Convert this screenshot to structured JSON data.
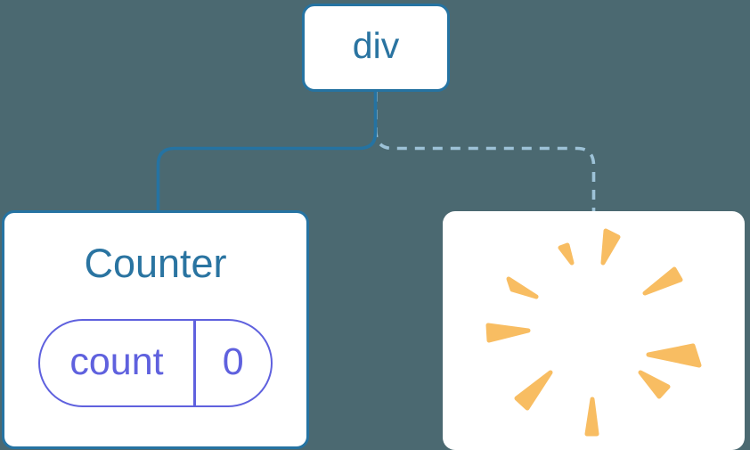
{
  "diagram": {
    "description": "component tree diagram: root div keeps Counter (left, solid line) and removes a component shown as a poof starburst (right, dashed line)",
    "root_node": {
      "label": "div"
    },
    "counter_node": {
      "title": "Counter",
      "state": {
        "key": "count",
        "value": "0"
      }
    },
    "removed_node": {
      "icon": "poof-starburst-icon"
    },
    "colors": {
      "background": "#4B6971",
      "node_fill": "#FFFFFF",
      "node_border_blue": "#2573A2",
      "text_blue": "#2A74A1",
      "solid_connector": "#2573A2",
      "dashed_connector": "#9DC2D7",
      "state_indigo": "#5F61DE",
      "poof_orange": "#F8BD62"
    }
  }
}
